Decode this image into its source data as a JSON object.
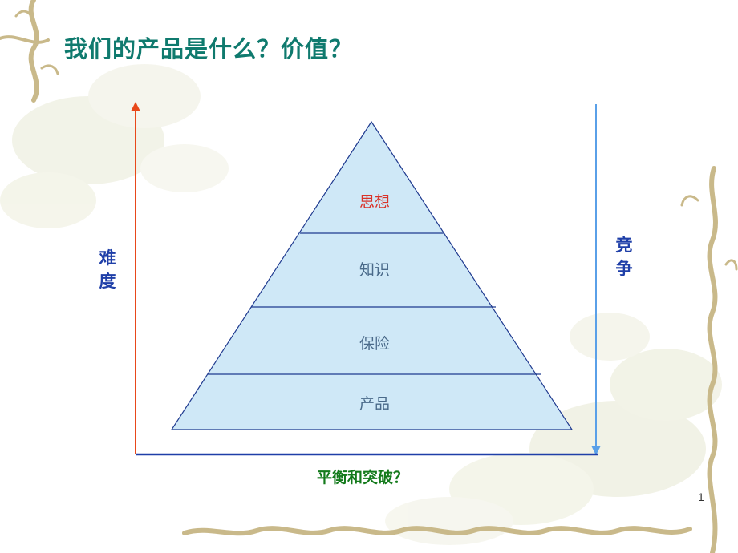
{
  "slide": {
    "title": "我们的产品是什么？价值？",
    "page_number": "1"
  },
  "axes": {
    "left_label": "难度",
    "right_label": "竞争",
    "bottom_label": "平衡和突破？"
  },
  "pyramid": {
    "layers": [
      {
        "label": "思想",
        "color": "#d9332a"
      },
      {
        "label": "知识",
        "color": "#4a6a8a"
      },
      {
        "label": "保险",
        "color": "#4a6a8a"
      },
      {
        "label": "产品",
        "color": "#4a6a8a"
      }
    ],
    "fill": "#cfe8f7",
    "line": "#1f3a8f"
  },
  "colors": {
    "left_axis": "#e8481a",
    "right_axis": "#5aa0e8",
    "bottom_axis": "#1f3fa8",
    "title": "#0f7a6e"
  },
  "decor_icons": [
    "vine-border-icon",
    "flower-watermark-icon"
  ]
}
